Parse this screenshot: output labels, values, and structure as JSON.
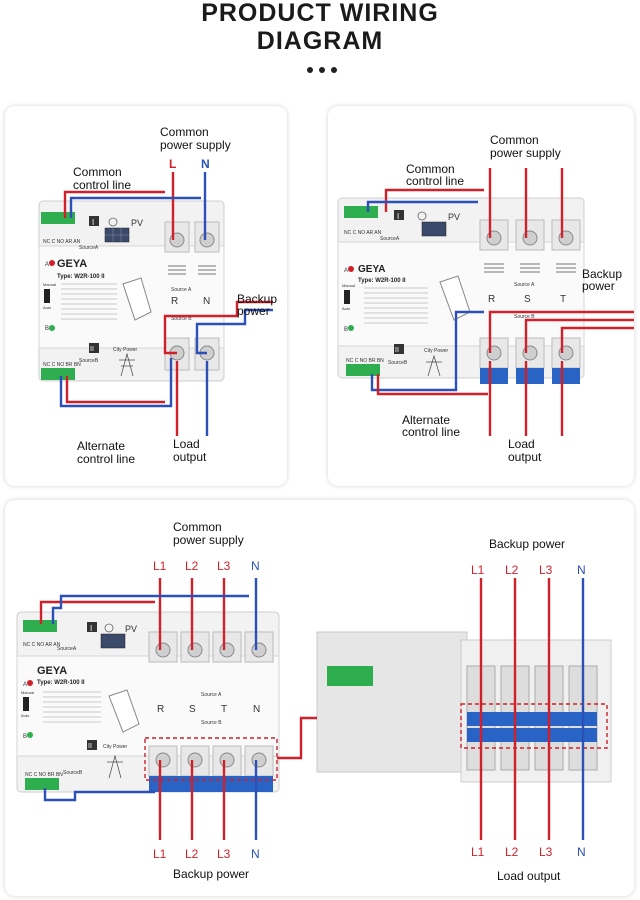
{
  "title_line1": "PRODUCT WIRING",
  "title_line2": "DIAGRAM",
  "colors": {
    "live": "#d0202a",
    "neutral": "#2c4fb8",
    "green": "#2eae4e",
    "terminal_blue": "#2a63c6"
  },
  "device": {
    "brand": "GEYA",
    "type": "Type: W2R-100 II",
    "pv": "PV",
    "city_power": "City Power",
    "source_a": "Source A",
    "source_b": "Source B",
    "source_a_terminal": "SourceA",
    "source_b_terminal": "SourceB",
    "nc_a": "NC C NO AR AN",
    "nc_b": "NC C NO BR BN",
    "manual": "Manual",
    "auto": "Auto",
    "mark_a": "A",
    "mark_b": "B",
    "roman_1": "I",
    "roman_2": "II"
  },
  "panel1": {
    "common_power_supply_l1": "Common",
    "common_power_supply_l2": "power supply",
    "common_control_l1": "Common",
    "common_control_l2": "control line",
    "backup_power_l1": "Backup",
    "backup_power_l2": "power",
    "alternate_control_l1": "Alternate",
    "alternate_control_l2": "control line",
    "load_output_l1": "Load",
    "load_output_l2": "output",
    "phase_l": "L",
    "phase_n": "N",
    "terminal_r": "R",
    "terminal_n": "N"
  },
  "panel2": {
    "common_power_supply_l1": "Common",
    "common_power_supply_l2": "power supply",
    "common_control_l1": "Common",
    "common_control_l2": "control line",
    "backup_power_l1": "Backup",
    "backup_power_l2": "power",
    "alternate_control_l1": "Alternate",
    "alternate_control_l2": "control line",
    "load_output_l1": "Load",
    "load_output_l2": "output",
    "terminal_r": "R",
    "terminal_s": "S",
    "terminal_t": "T"
  },
  "panel3": {
    "common_power_supply_l1": "Common",
    "common_power_supply_l2": "power supply",
    "backup_power_top": "Backup power",
    "backup_power_bottom": "Backup power",
    "load_output": "Load output",
    "phases": [
      "L1",
      "L2",
      "L3",
      "N"
    ],
    "terminals": [
      "R",
      "S",
      "T",
      "N"
    ]
  }
}
